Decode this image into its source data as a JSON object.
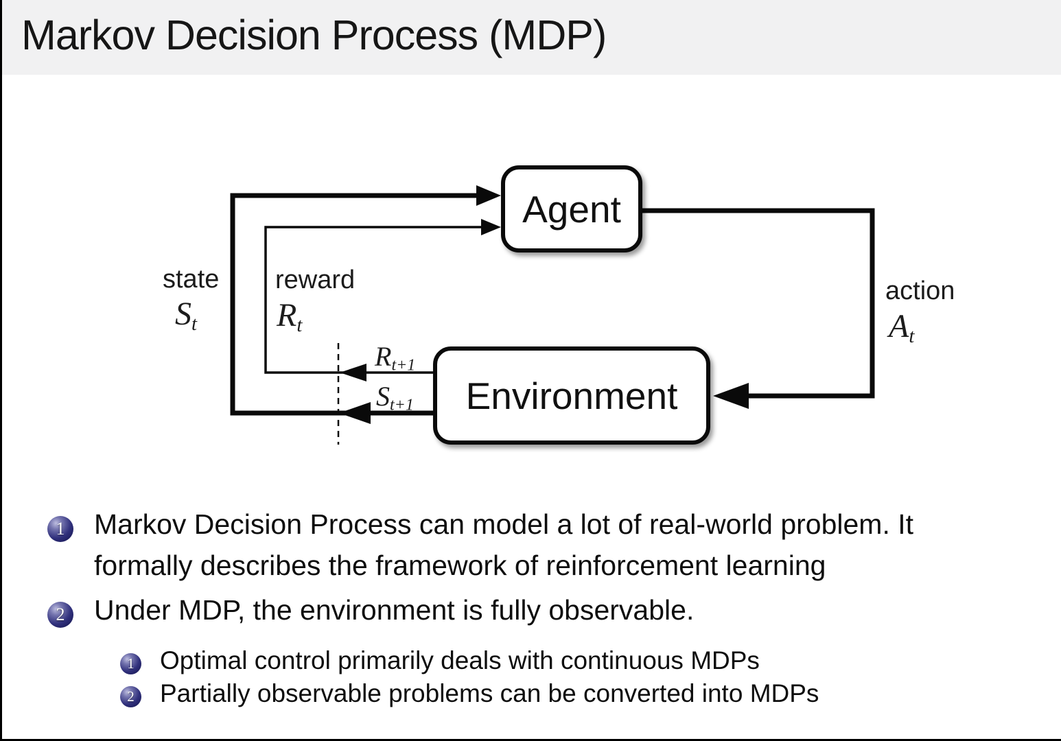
{
  "slide": {
    "title": "Markov Decision Process (MDP)"
  },
  "colors": {
    "header_bg": "#f1f1f2",
    "body_bg": "#ffffff",
    "text": "#0d0d0d",
    "diagram_line": "#0a0a0a",
    "enumerate_ball": "#30307c"
  },
  "diagram": {
    "agent_label": "Agent",
    "environment_label": "Environment",
    "state": {
      "word": "state",
      "sym": "S",
      "sub": "t"
    },
    "reward": {
      "word": "reward",
      "sym": "R",
      "sub": "t"
    },
    "action": {
      "word": "action",
      "sym": "A",
      "sub": "t"
    },
    "next_reward": {
      "sym": "R",
      "sub": "t+1"
    },
    "next_state": {
      "sym": "S",
      "sub": "t+1"
    }
  },
  "bullets": {
    "items": [
      {
        "marker": "1",
        "lines": [
          "Markov Decision Process can model a lot of real-world problem. It",
          "formally describes the framework of reinforcement learning"
        ]
      },
      {
        "marker": "2",
        "lines": [
          "Under MDP, the environment is fully observable."
        ],
        "children": [
          {
            "marker": "1",
            "text": "Optimal control primarily deals with continuous MDPs"
          },
          {
            "marker": "2",
            "text": "Partially observable problems can be converted into MDPs"
          }
        ]
      }
    ]
  }
}
